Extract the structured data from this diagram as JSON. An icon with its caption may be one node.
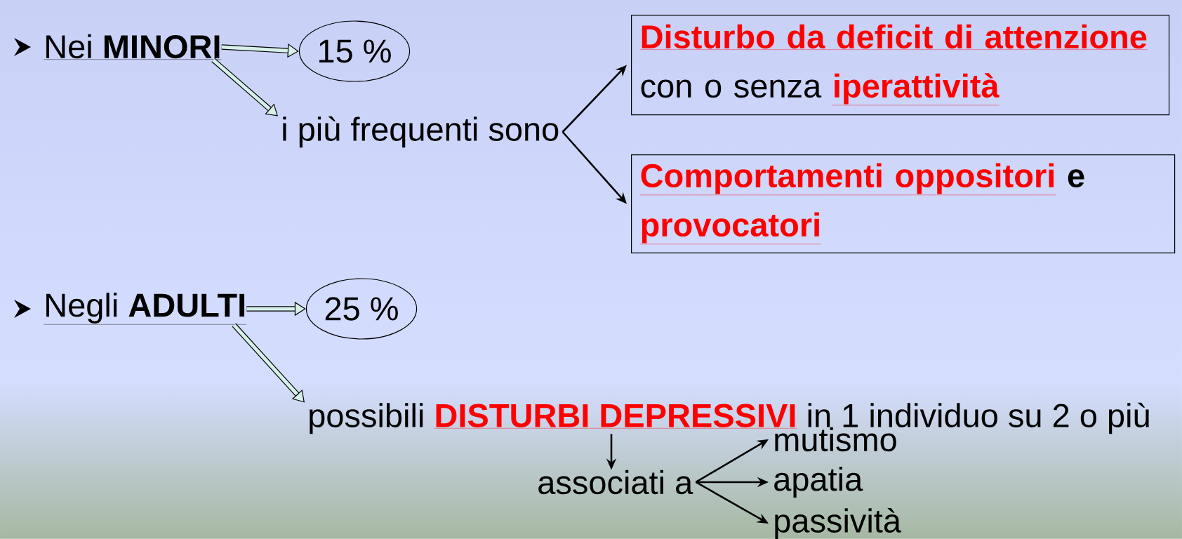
{
  "diagram": {
    "nodes": [
      {
        "text": [
          "Nei **MINORI**"
        ]
      },
      {
        "text": [
          "15 %"
        ]
      },
      {
        "text": [
          "i più frequenti sono"
        ]
      },
      {
        "text": [
          "Disturbo da deficit di attenzione",
          "con o senza",
          "iperattività"
        ]
      },
      {
        "text": [
          "Comportamenti oppositori",
          "e",
          "provocatori"
        ]
      },
      {
        "text": [
          "Negli **ADULTI**"
        ]
      },
      {
        "text": [
          "25 %"
        ]
      },
      {
        "text": [
          "possibili",
          "DISTURBI DEPRESSIVI",
          "in 1 individuo su 2 o più"
        ]
      },
      {
        "text": [
          "associati a"
        ]
      },
      {
        "text": [
          "mutismo"
        ]
      },
      {
        "text": [
          "apatia"
        ]
      },
      {
        "text": [
          "passività"
        ]
      }
    ],
    "edges": [
      {
        "from": 0,
        "to": 1,
        "arrow": "to",
        "style": "thick"
      },
      {
        "from": 0,
        "to": 2,
        "arrow": "to",
        "style": "thick"
      },
      {
        "from": 2,
        "to": 3,
        "arrow": "to"
      },
      {
        "from": 2,
        "to": 4,
        "arrow": "to"
      },
      {
        "from": 5,
        "to": 6,
        "arrow": "to",
        "style": "thick"
      },
      {
        "from": 5,
        "to": 7,
        "arrow": "to",
        "style": "thick"
      },
      {
        "from": 7,
        "to": 8,
        "arrow": "to"
      },
      {
        "from": 8,
        "to": 9,
        "arrow": "to"
      },
      {
        "from": 8,
        "to": 10,
        "arrow": "to"
      },
      {
        "from": 8,
        "to": 11,
        "arrow": "to"
      }
    ]
  }
}
